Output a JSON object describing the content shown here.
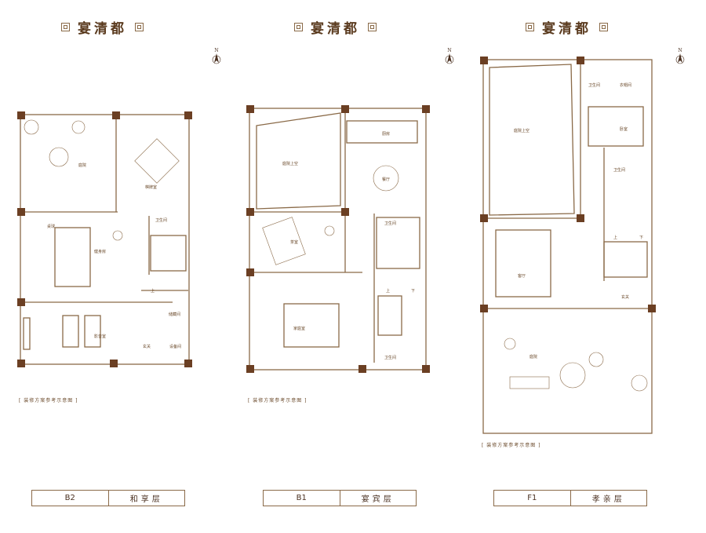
{
  "brand": "宴清都",
  "north": "N",
  "caption": "[ 装修方案参考示意图 ]",
  "plans": [
    {
      "level": "B2",
      "name": "和享层",
      "rooms": {
        "garden": "庭院",
        "tea": "棋牌室",
        "billiards": "桌球",
        "gym": "健身房",
        "wc": "卫生间",
        "store": "储藏间",
        "cinema": "影音室",
        "foyer": "玄关",
        "equip": "设备间",
        "up": "上"
      }
    },
    {
      "level": "B1",
      "name": "宴宾层",
      "rooms": {
        "skylight": "庭院上空",
        "kitchen": "厨房",
        "dining": "餐厅",
        "tea": "茶室",
        "wc": "卫生间",
        "living": "家庭室",
        "wc2": "卫生间",
        "up": "上",
        "down": "下"
      }
    },
    {
      "level": "F1",
      "name": "孝亲层",
      "rooms": {
        "skylight": "庭院上空",
        "wc": "卫生间",
        "cloak": "衣帽间",
        "bedroom": "卧室",
        "wc2": "卫生间",
        "living": "客厅",
        "foyer": "玄关",
        "garden": "庭院",
        "up": "上",
        "down": "下"
      }
    }
  ]
}
